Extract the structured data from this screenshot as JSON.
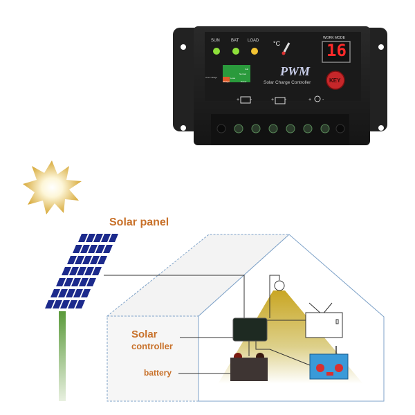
{
  "controller": {
    "indicators": [
      {
        "label": "SUN",
        "color": "#8ee03a"
      },
      {
        "label": "BAT",
        "color": "#8ee03a"
      },
      {
        "label": "LOAD",
        "color": "#f2c332"
      }
    ],
    "temp_unit": "°C",
    "work_mode_label": "WORK MODE",
    "display_value": "16",
    "brand": "PWM",
    "subtitle": "Solar Charge Controller",
    "key_label": "KEY",
    "battery_legend": {
      "over_voltage": "Over voltage",
      "full": "Full",
      "normal": "Normal",
      "lowe": "Lowe",
      "charge": "Charge",
      "power": "Power"
    },
    "terminal_groups": [
      "+ -",
      "+ -",
      "+ -"
    ]
  },
  "diagram": {
    "solar_panel_label": "Solar panel",
    "controller_label_line1": "Solar",
    "controller_label_line2": "controller",
    "battery_label": "battery",
    "label_color": "#c8712a"
  }
}
